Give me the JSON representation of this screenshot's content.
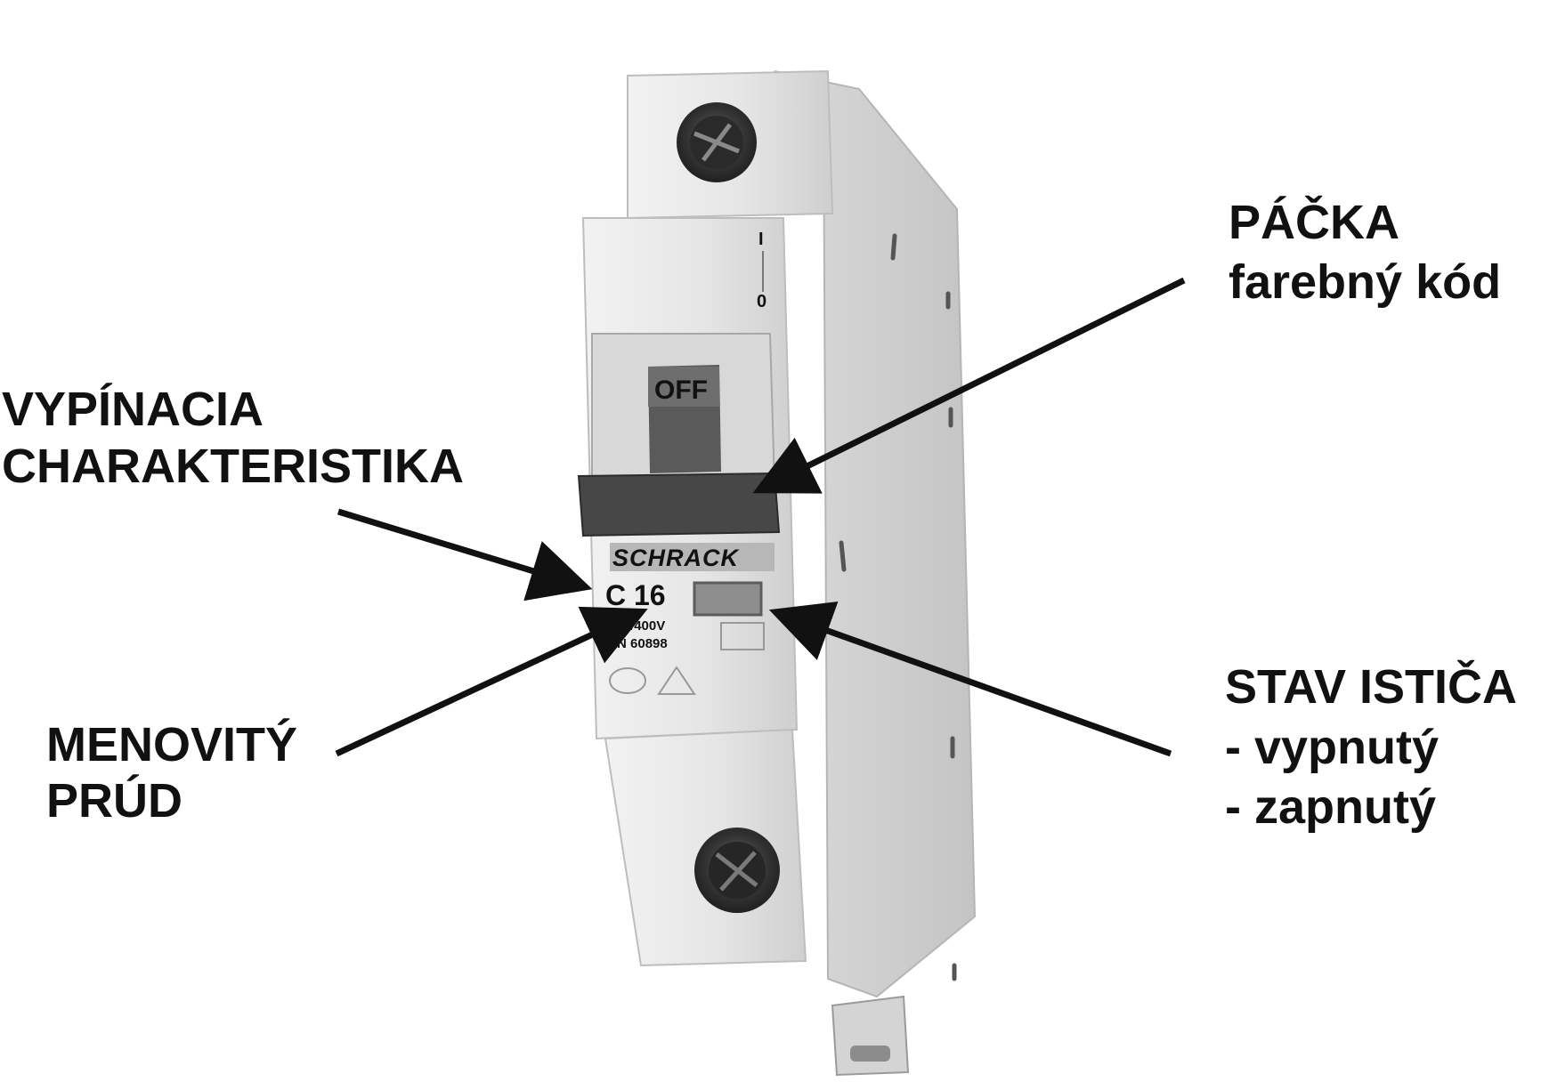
{
  "labels": {
    "packa": {
      "line1": "PÁČKA",
      "line2": "farebný kód"
    },
    "vypinacia": {
      "line1": "VYPÍNACIA",
      "line2": "CHARAKTERISTIKA"
    },
    "menovity": {
      "line1": "MENOVITÝ",
      "line2": "PRÚD"
    },
    "stav": {
      "line1": "STAV ISTIČA",
      "line2": "- vypnutý",
      "line3": "- zapnutý"
    }
  },
  "device": {
    "brand": "SCHRACK",
    "switch_text": "OFF",
    "rating": "C 16",
    "voltage_text": "230/400V",
    "standard_text": "EN 60898",
    "switch_marks": [
      "I",
      "0"
    ]
  },
  "colors": {
    "ink": "#111111",
    "body_light": "#e9e9e9",
    "body_shade": "#cfcfcf",
    "lever_dark": "#4a4a4a"
  }
}
